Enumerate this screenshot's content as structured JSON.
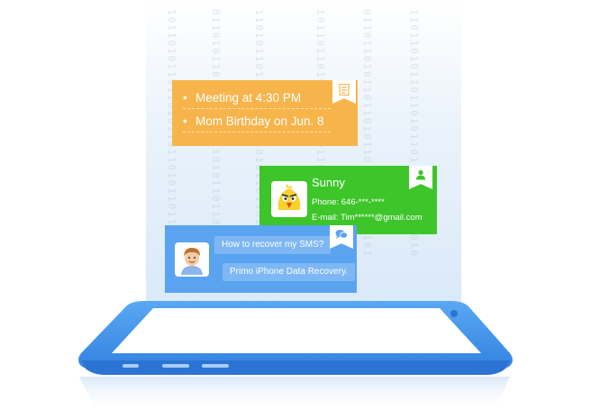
{
  "memo_card": {
    "items": [
      "Meeting at 4:30 PM",
      "Mom Birthday on Jun. 8"
    ],
    "icon": "memo-icon"
  },
  "contact_card": {
    "name": "Sunny",
    "phone": "Phone: 646-***-****",
    "email": "E-mail: Tim******@gmail.com",
    "icon": "contact-person-icon"
  },
  "sms_card": {
    "question": "How to recover my SMS?",
    "answer": "Primo iPhone Data Recovery.",
    "icon": "chat-bubbles-icon"
  },
  "colors": {
    "memo": "#f6b44b",
    "contact": "#3dc52a",
    "sms": "#5aa3f0",
    "phone_body": "#3d8fe8"
  }
}
